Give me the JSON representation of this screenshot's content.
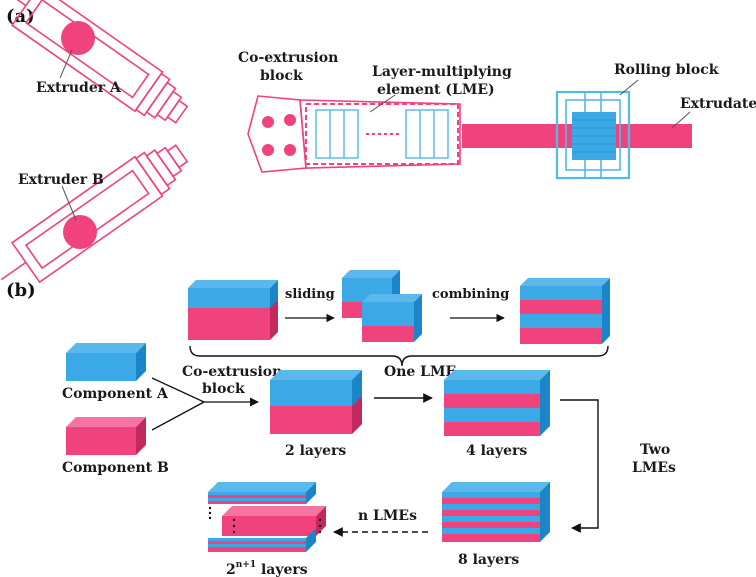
{
  "colors": {
    "pink": "#f0427d",
    "blue": "#3aa9e6",
    "blue_dark": "#1c85c9",
    "outline_blue": "#54b9e6",
    "dark": "#222222"
  },
  "panel_a": {
    "label": "(a)",
    "extruder_a": "Extruder A",
    "extruder_b": "Extruder B",
    "coextrusion_line1": "Co-extrusion",
    "coextrusion_line2": "block",
    "lme_line1": "Layer-multiplying",
    "lme_line2": "element (LME)",
    "rolling_block": "Rolling block",
    "extrudate": "Extrudate"
  },
  "panel_b": {
    "label": "(b)",
    "sliding": "sliding",
    "combining": "combining",
    "component_a": "Component A",
    "component_b": "Component B",
    "coextrusion_line1": "Co-extrusion",
    "coextrusion_line2": "block",
    "one_lme": "One LME",
    "two_layers": "2 layers",
    "four_layers": "4 layers",
    "two_lmes_line1": "Two",
    "two_lmes_line2": "LMEs",
    "eight_layers": "8 layers",
    "n_lmes": "n LMEs",
    "final_base": "2",
    "final_exp": "n+1",
    "final_suffix": " layers"
  }
}
